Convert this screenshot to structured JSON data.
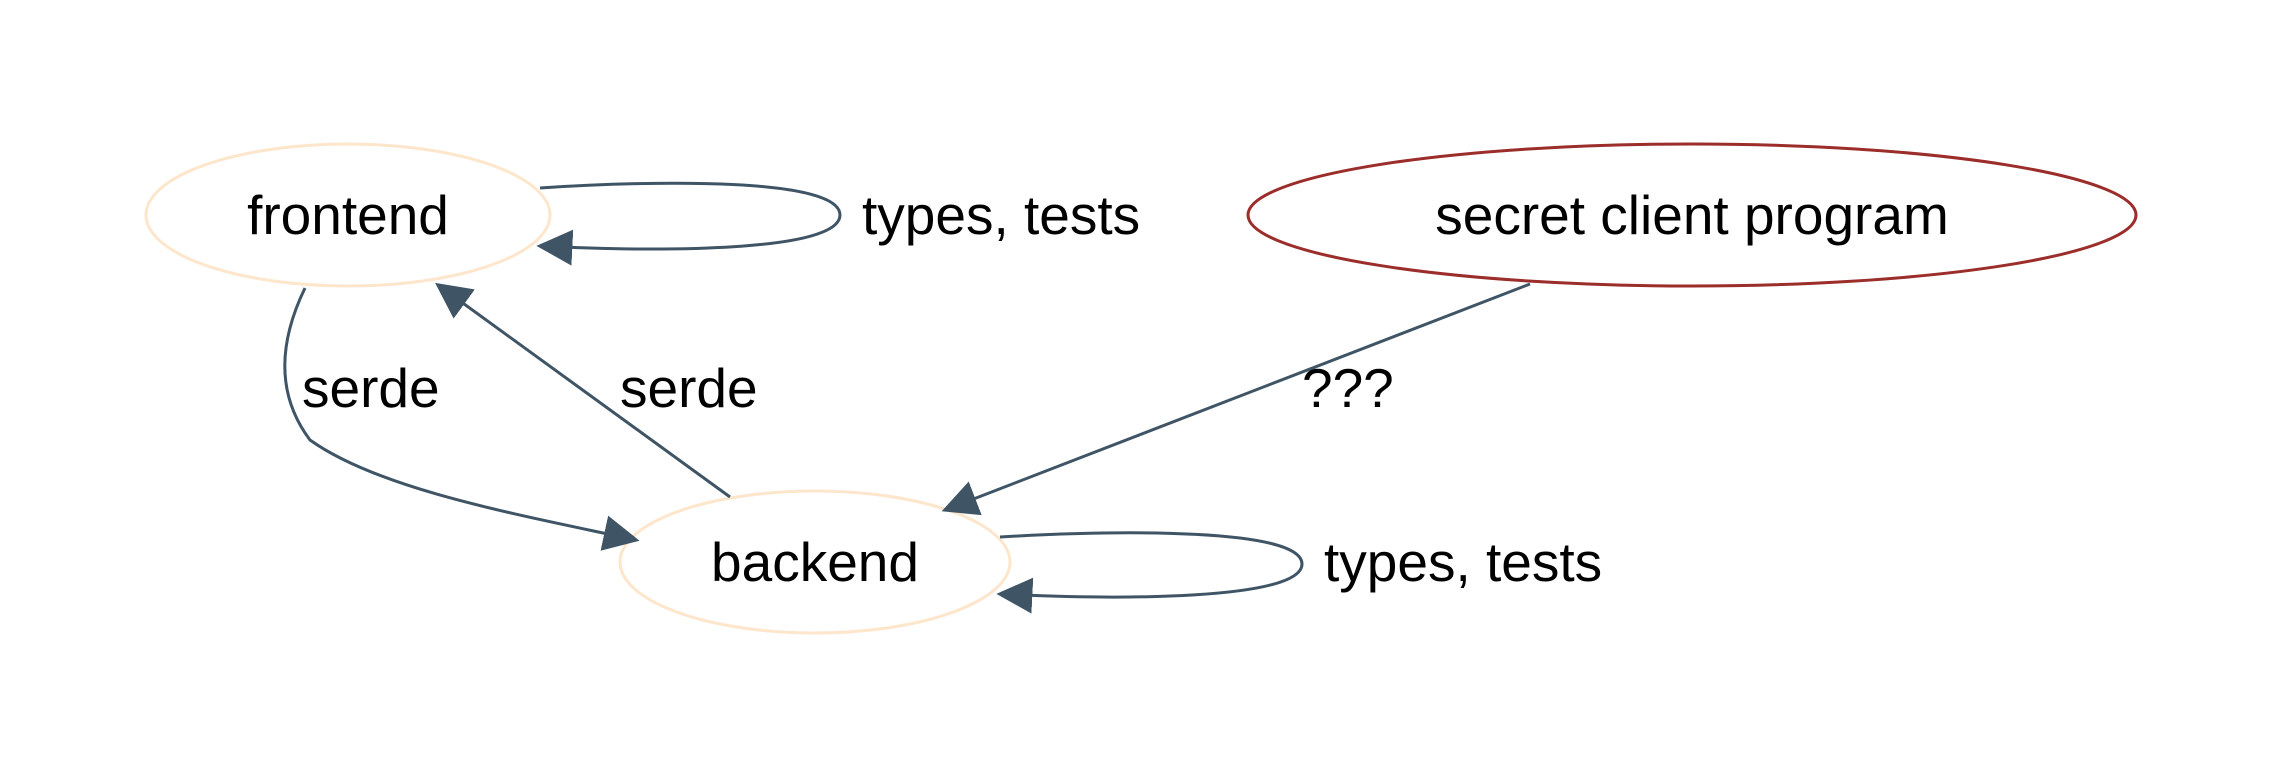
{
  "diagram": {
    "nodes": {
      "frontend": {
        "label": "frontend",
        "border_color": "#fde6cb"
      },
      "secret_client": {
        "label": "secret client program",
        "border_color": "#9b2d2a"
      },
      "backend": {
        "label": "backend",
        "border_color": "#fde6cb"
      }
    },
    "edges": {
      "frontend_self": {
        "label": "types, tests"
      },
      "frontend_to_backend": {
        "label": "serde"
      },
      "backend_to_frontend": {
        "label": "serde"
      },
      "secret_to_backend": {
        "label": "???"
      },
      "backend_self": {
        "label": "types, tests"
      }
    },
    "edge_color": "#3f5566"
  }
}
